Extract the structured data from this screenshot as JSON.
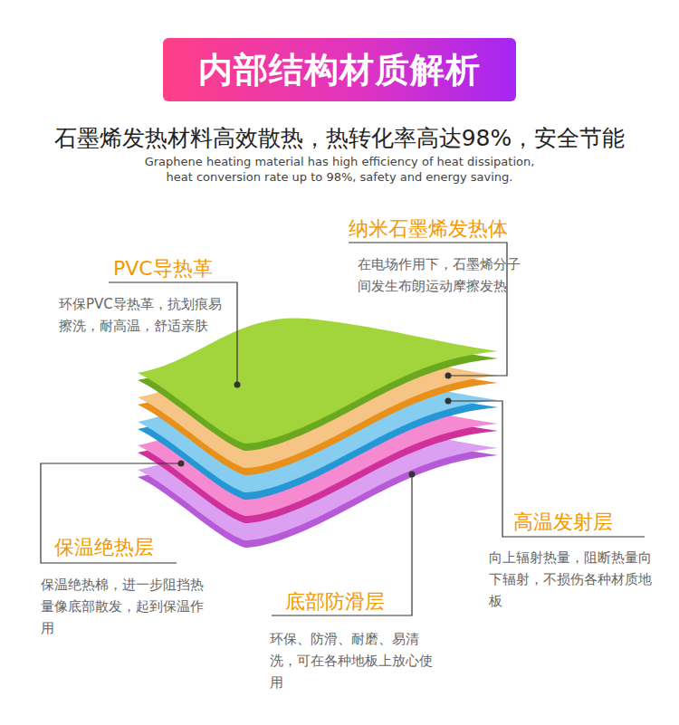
{
  "diagram": {
    "title": "内部结构材质解析",
    "labels": [
      "石墨烯发热材料高效散热，热转化率高达98%，安全节能",
      "Graphene heating material has high efficiency of heat dissipation, heat conversion rate up to 98%, safety and energy saving.",
      "PVC导热革",
      "环保PVC导热革，抗划痕易擦洗，耐高温，舒适亲肤",
      "纳米石墨烯发热体",
      "在电场作用下，石墨烯分子间发生布朗运动摩擦发热",
      "高温发射层",
      "向上辐射热量，阻断热量向下辐射，不损伤各种材质地板",
      "保温绝热层",
      "保温绝热棉，进一步阻挡热量像底部散发，起到保温作用",
      "底部防滑层",
      "环保、防滑、耐磨、易清洗，可在各种地板上放心使用"
    ]
  }
}
